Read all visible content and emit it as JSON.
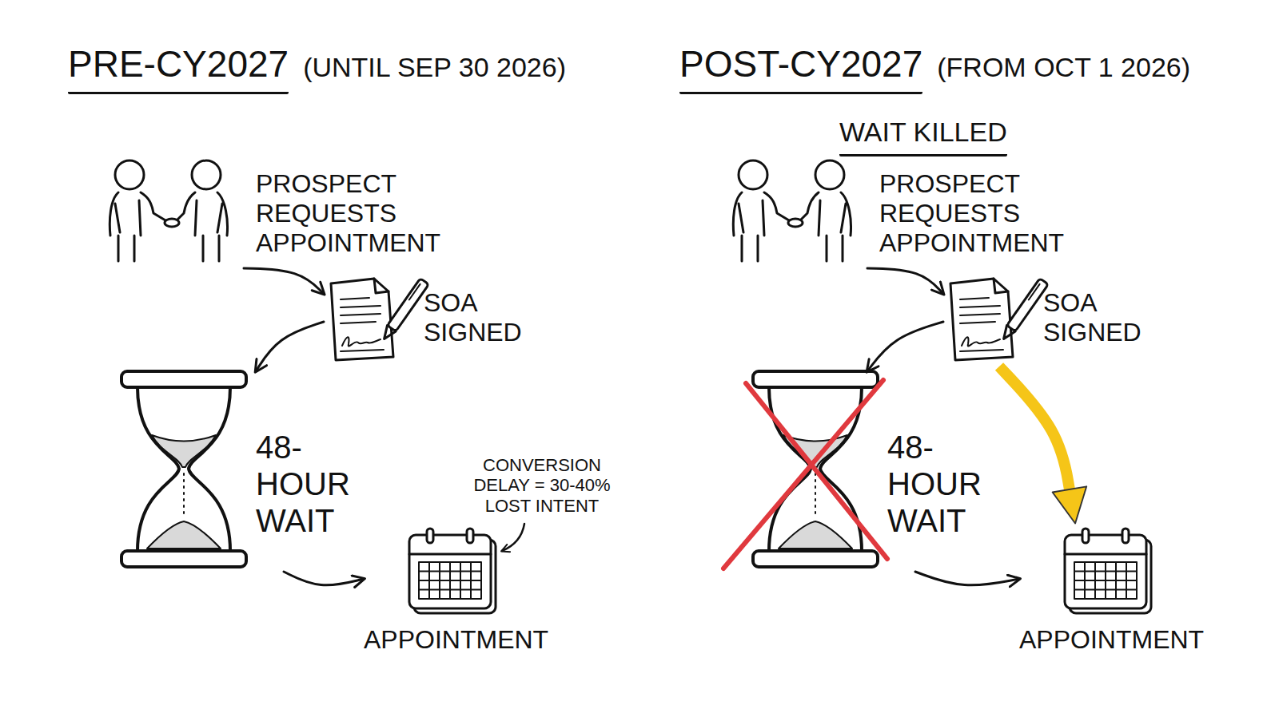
{
  "diagram": {
    "nodes": [
      {
        "text": [
          "PROSPECT REQUESTS APPOINTMENT"
        ]
      },
      {
        "text": [
          "SOA SIGNED"
        ]
      },
      {
        "text": [
          "48-HOUR WAIT"
        ]
      },
      {
        "text": [
          "APPOINTMENT"
        ]
      },
      {
        "text": [
          "PROSPECT REQUESTS APPOINTMENT"
        ]
      },
      {
        "text": [
          "SOA SIGNED"
        ]
      },
      {
        "text": [
          "48-HOUR WAIT"
        ]
      },
      {
        "text": [
          "APPOINTMENT"
        ]
      }
    ],
    "edges": [
      {
        "from": 0,
        "to": 1,
        "arrow": "to"
      },
      {
        "from": 1,
        "to": 2,
        "arrow": "to"
      },
      {
        "from": 2,
        "to": 3,
        "arrow": "to"
      },
      {
        "from": 4,
        "to": 5,
        "arrow": "to"
      },
      {
        "from": 5,
        "to": 6,
        "arrow": "to"
      },
      {
        "from": 6,
        "to": 7,
        "arrow": "to"
      },
      {
        "from": 5,
        "to": 7,
        "arrow": "to"
      }
    ],
    "labels": [
      "PRE-CY2027",
      "(UNTIL SEP 30 2026)",
      "POST-CY2027",
      "(FROM OCT 1 2026)",
      "WAIT KILLED",
      "CONVERSION DELAY = 30-40% LOST INTENT"
    ]
  }
}
